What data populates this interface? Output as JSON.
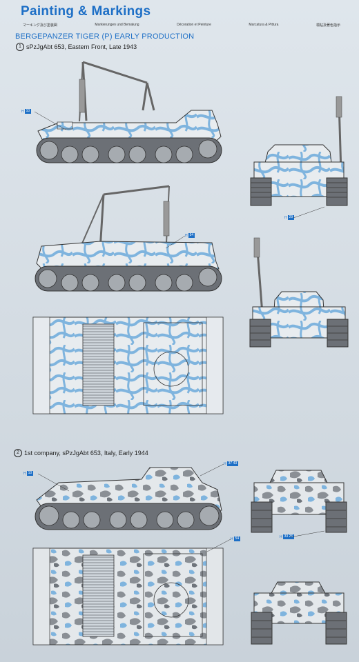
{
  "header": {
    "title": "Painting & Markings",
    "subtitles": [
      "マーキング及び塗装図",
      "Markierungen und Bemalung",
      "Décoration et Peinture",
      "Marcatura & Pittura",
      "標貼及著色指示"
    ]
  },
  "model_title": "BERGEPANZER TIGER (P) EARLY PRODUCTION",
  "schemes": [
    {
      "number": "1",
      "caption": "sPzJgAbt 653, Eastern Front, Late 1943"
    },
    {
      "number": "2",
      "caption": "1st company, sPzJgAbt 653, Italy, Early 1944"
    }
  ],
  "callouts": [
    {
      "prefix": "H",
      "code": "10"
    },
    {
      "prefix": "H",
      "code": "29"
    },
    {
      "prefix": "H",
      "code": "54"
    },
    {
      "prefix": "H",
      "code": "10"
    },
    {
      "prefix": "H",
      "code": "37 43"
    },
    {
      "prefix": "H",
      "code": "33 26"
    },
    {
      "prefix": "H",
      "code": "54"
    }
  ],
  "colors": {
    "title_blue": "#1d6fc6",
    "camo_white": "#e8ecef",
    "camo_blue": "#7fb4de",
    "camo_grey": "#8a8f95",
    "tracks": "#6c7076"
  }
}
